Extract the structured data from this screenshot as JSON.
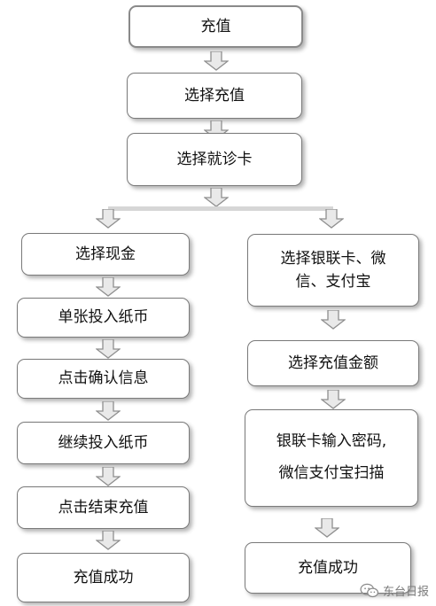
{
  "top_flow": {
    "step1": "充值",
    "step2": "选择充值",
    "step3": "选择就诊卡"
  },
  "cash_branch": {
    "step1": "选择现金",
    "step2": "单张投入纸币",
    "step3": "点击确认信息",
    "step4": "继续投入纸币",
    "step5": "点击结束充值",
    "step6": "充值成功"
  },
  "card_branch": {
    "step1_line1": "选择银联卡、微",
    "step1_line2": "信、支付宝",
    "step2": "选择充值金额",
    "step3_line1": "银联卡输入密码,",
    "step3_line2": "微信支付宝扫描",
    "step4": "充值成功"
  },
  "watermark": {
    "icon": "wechat-icon",
    "text": "东台日报"
  },
  "colors": {
    "box_border": "#7a7a7a",
    "arrow_fill": "#e9e9e9",
    "arrow_stroke": "#8f8f8f",
    "connector": "#d6d6d6"
  }
}
